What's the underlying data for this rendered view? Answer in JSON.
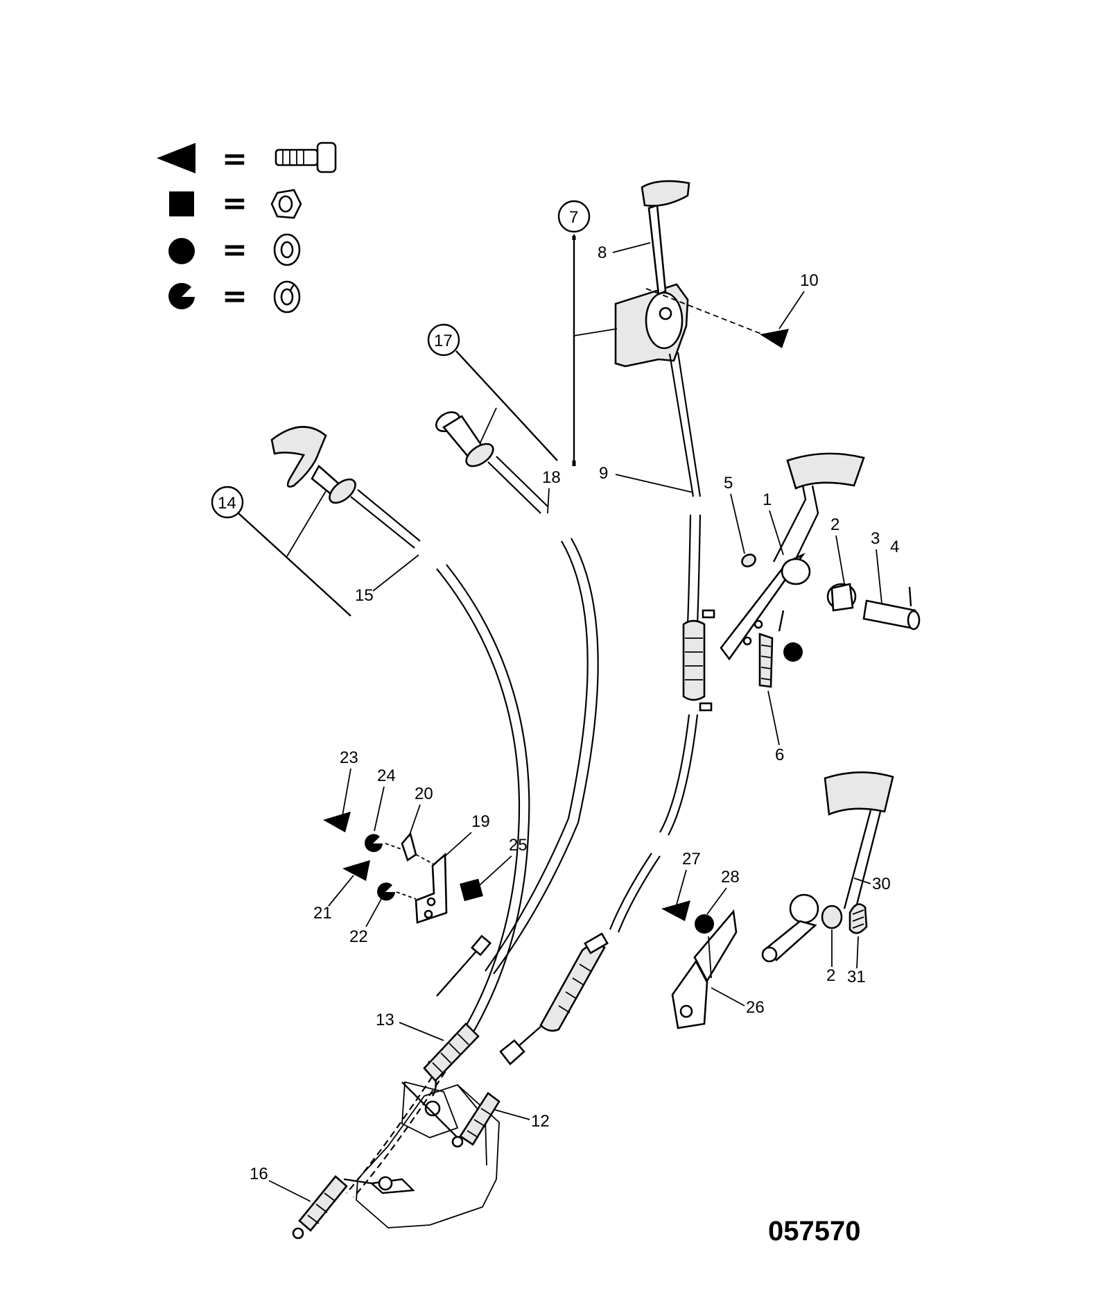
{
  "legend": {
    "equals_symbol": "=",
    "rows": [
      {
        "symbol": "triangle",
        "meaning_icon": "bolt-icon"
      },
      {
        "symbol": "square",
        "meaning_icon": "nut-icon"
      },
      {
        "symbol": "circle",
        "meaning_icon": "washer-icon"
      },
      {
        "symbol": "notched-circle",
        "meaning_icon": "lock-washer-icon"
      }
    ]
  },
  "callouts": {
    "c1": "1",
    "c2a": "2",
    "c2b": "2",
    "c3": "3",
    "c4": "4",
    "c5": "5",
    "c6": "6",
    "c7": "7",
    "c8": "8",
    "c9": "9",
    "c10": "10",
    "c12": "12",
    "c13": "13",
    "c14": "14",
    "c15": "15",
    "c16": "16",
    "c17": "17",
    "c18": "18",
    "c19": "19",
    "c20": "20",
    "c21": "21",
    "c22": "22",
    "c23": "23",
    "c24": "24",
    "c25": "25",
    "c26": "26",
    "c27": "27",
    "c28": "28",
    "c30": "30",
    "c31": "31"
  },
  "figure_number": "057570",
  "colors": {
    "ink": "#000000",
    "paper": "#ffffff"
  }
}
